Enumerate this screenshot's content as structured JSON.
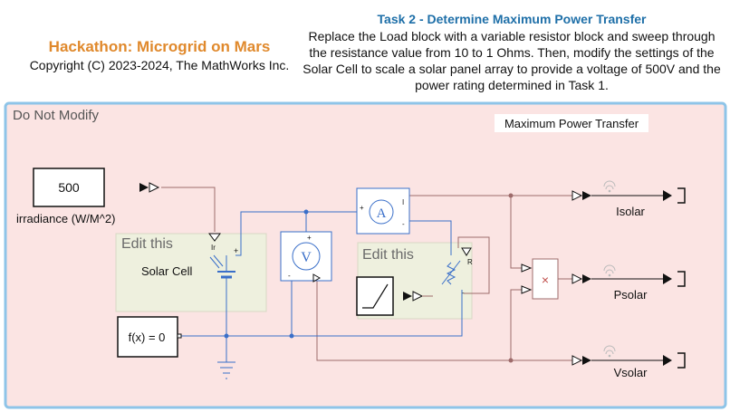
{
  "header": {
    "title": "Hackathon: Microgrid on Mars",
    "copyright": "Copyright (C) 2023-2024, The MathWorks Inc."
  },
  "task": {
    "title": "Task 2 - Determine Maximum Power Transfer",
    "description": "Replace the Load block with a variable resistor block and sweep through the resistance value from 10 to 1 Ohms. Then, modify the settings of the Solar Cell to scale a solar panel array to provide a voltage of 500V and the power rating determined in Task 1."
  },
  "diagram": {
    "area_label": "Do Not Modify",
    "area_title": "Maximum Power Transfer",
    "constant_value": "500",
    "constant_label": "irradiance (W/M^2)",
    "edit_label_1": "Edit this",
    "solar_cell_label": "Solar Cell",
    "edit_label_2": "Edit this",
    "solver_label": "f(x) = 0",
    "ammeter_symbol": "A",
    "voltmeter_symbol": "V",
    "product_symbol": "×",
    "port_i": "I",
    "port_r": "R",
    "port_plus": "+",
    "port_minus": "-",
    "port_ir": "Ir",
    "out_isolar": "Isolar",
    "out_psolar": "Psolar",
    "out_vsolar": "Vsolar"
  },
  "colors": {
    "area_fill": "#FBE4E3",
    "area_border": "#8EC4E8",
    "edit_fill": "#EEF0DE",
    "physical_line": "#3A6FC9",
    "signal_line": "#9E6B6B",
    "title_orange": "#E0892C",
    "title_blue": "#1E6FA8"
  }
}
